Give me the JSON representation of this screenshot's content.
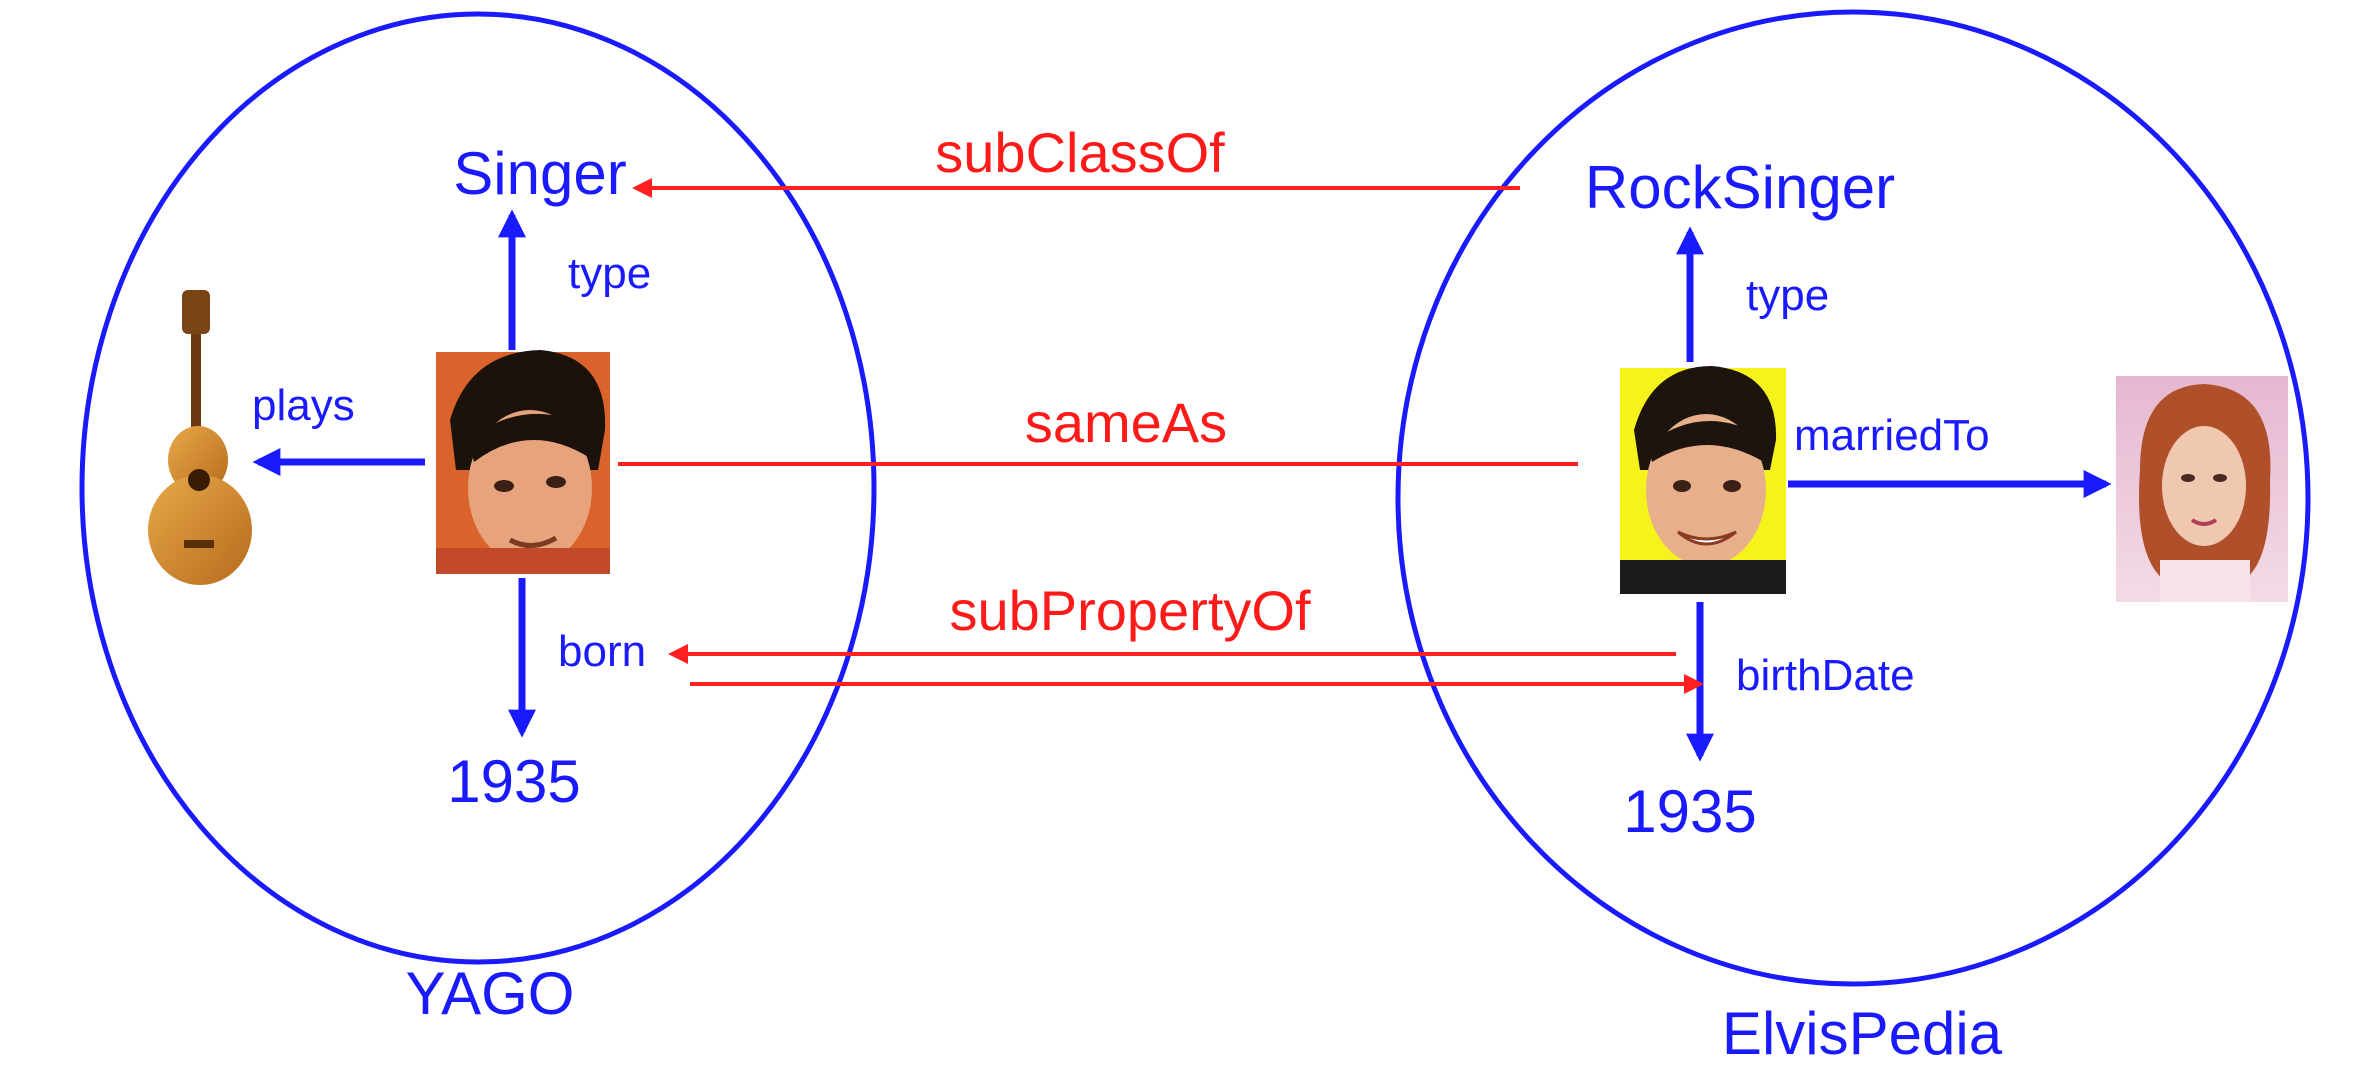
{
  "colors": {
    "blue": "#1a1aff",
    "red": "#ff1a1a"
  },
  "left_graph": {
    "name": "YAGO",
    "class_label": "Singer",
    "type_label": "type",
    "plays_label": "plays",
    "born_label": "born",
    "year_label": "1935",
    "instrument_icon": "guitar-icon",
    "person_icon": "elvis-photo-icon"
  },
  "right_graph": {
    "name": "ElvisPedia",
    "class_label": "RockSinger",
    "type_label": "type",
    "married_label": "marriedTo",
    "birth_label": "birthDate",
    "year_label": "1935",
    "person_icon": "elvis-photo-icon",
    "spouse_icon": "woman-photo-icon"
  },
  "links": {
    "subclass_label": "subClassOf",
    "sameas_label": "sameAs",
    "subproperty_label": "subPropertyOf"
  }
}
